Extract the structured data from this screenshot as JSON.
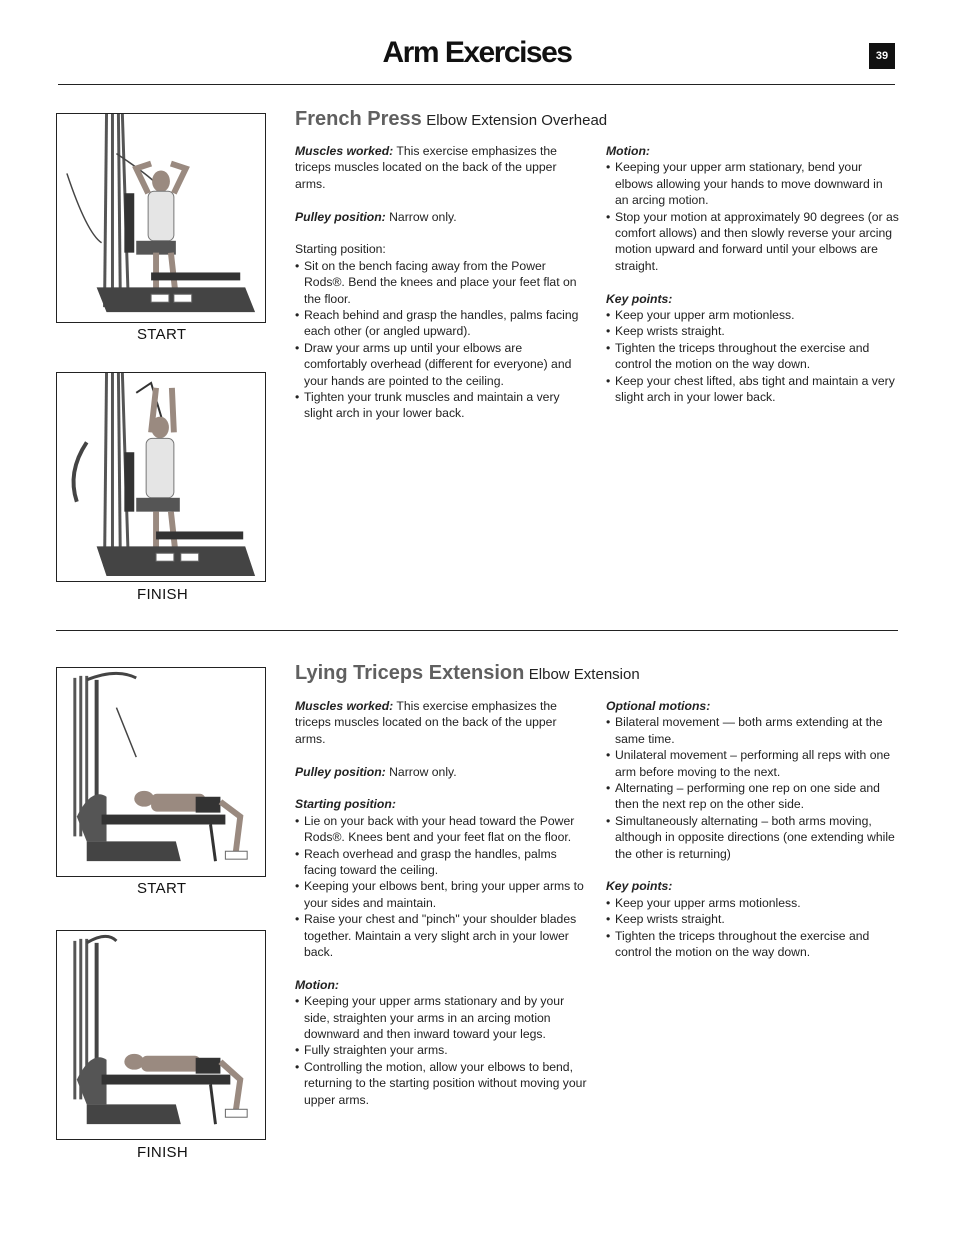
{
  "header": {
    "title": "Arm Exercises",
    "page_number": "39"
  },
  "french_press": {
    "title": "French Press",
    "subtitle": "Elbow Extension Overhead",
    "start_caption": "START",
    "finish_caption": "FINISH",
    "muscles_label": "Muscles worked:",
    "muscles_text": " This exercise emphasizes the triceps muscles located on the back of the upper arms.",
    "pulley_label": "Pulley position:",
    "pulley_text": " Narrow only.",
    "starting_label": "Starting position:",
    "starting_items": [
      "Sit on the bench facing away from the Power Rods®.  Bend the knees and place your feet flat on the floor.",
      "Reach behind and grasp the handles, palms facing each other (or angled upward).",
      "Draw your arms up until your elbows are comfortably overhead (different for everyone) and your hands are pointed to the ceiling.",
      "Tighten your trunk muscles and maintain a very slight arch in your lower back."
    ],
    "motion_label": "Motion:",
    "motion_items": [
      "Keeping your upper arm stationary, bend your elbows allowing your hands to move downward in an arcing motion.",
      "Stop your motion at approximately 90 degrees (or as comfort allows) and then slowly reverse your arcing motion upward and forward until your elbows are straight."
    ],
    "key_label": "Key points:",
    "key_items": [
      "Keep your upper arm motionless.",
      "Keep wrists straight.",
      "Tighten the triceps throughout the exercise and control the motion on the way down.",
      "Keep your chest lifted, abs tight and maintain a very slight arch in your lower back."
    ]
  },
  "lying_triceps": {
    "title": "Lying Triceps Extension",
    "subtitle": "Elbow Extension",
    "start_caption": "START",
    "finish_caption": "FINISH",
    "muscles_label": "Muscles worked:",
    "muscles_text": " This exercise emphasizes the triceps muscles located on the back of the upper arms.",
    "pulley_label": "Pulley position:",
    "pulley_text": " Narrow only.",
    "starting_label": "Starting position:",
    "starting_items": [
      "Lie on your back with your head toward the Power Rods®.  Knees bent and your feet flat on the floor.",
      "Reach overhead and grasp the handles, palms facing toward the ceiling.",
      "Keeping your elbows bent, bring your upper arms to your sides and maintain.",
      "Raise your chest and \"pinch\" your shoulder blades together.  Maintain a very slight arch in your lower back."
    ],
    "motion_label": "Motion:",
    "motion_items": [
      "Keeping your upper arms stationary and by your side, straighten your arms in an arcing motion downward and then inward toward your legs.",
      "Fully straighten your arms.",
      "Controlling the motion, allow your elbows to bend, returning to the starting position without moving your upper arms."
    ],
    "optional_label": "Optional motions:",
    "optional_items": [
      "Bilateral movement — both arms extending at the same time.",
      "Unilateral movement – performing all reps with one arm before moving to the next.",
      "Alternating – performing one rep on one side and then the next rep on the other side.",
      "Simultaneously alternating – both arms moving, although in opposite directions (one extending while the other is returning)"
    ],
    "key_label": "Key points:",
    "key_items": [
      "Keep your upper arms motionless.",
      "Keep wrists straight.",
      "Tighten the triceps throughout the exercise and control the motion on the way down."
    ]
  }
}
